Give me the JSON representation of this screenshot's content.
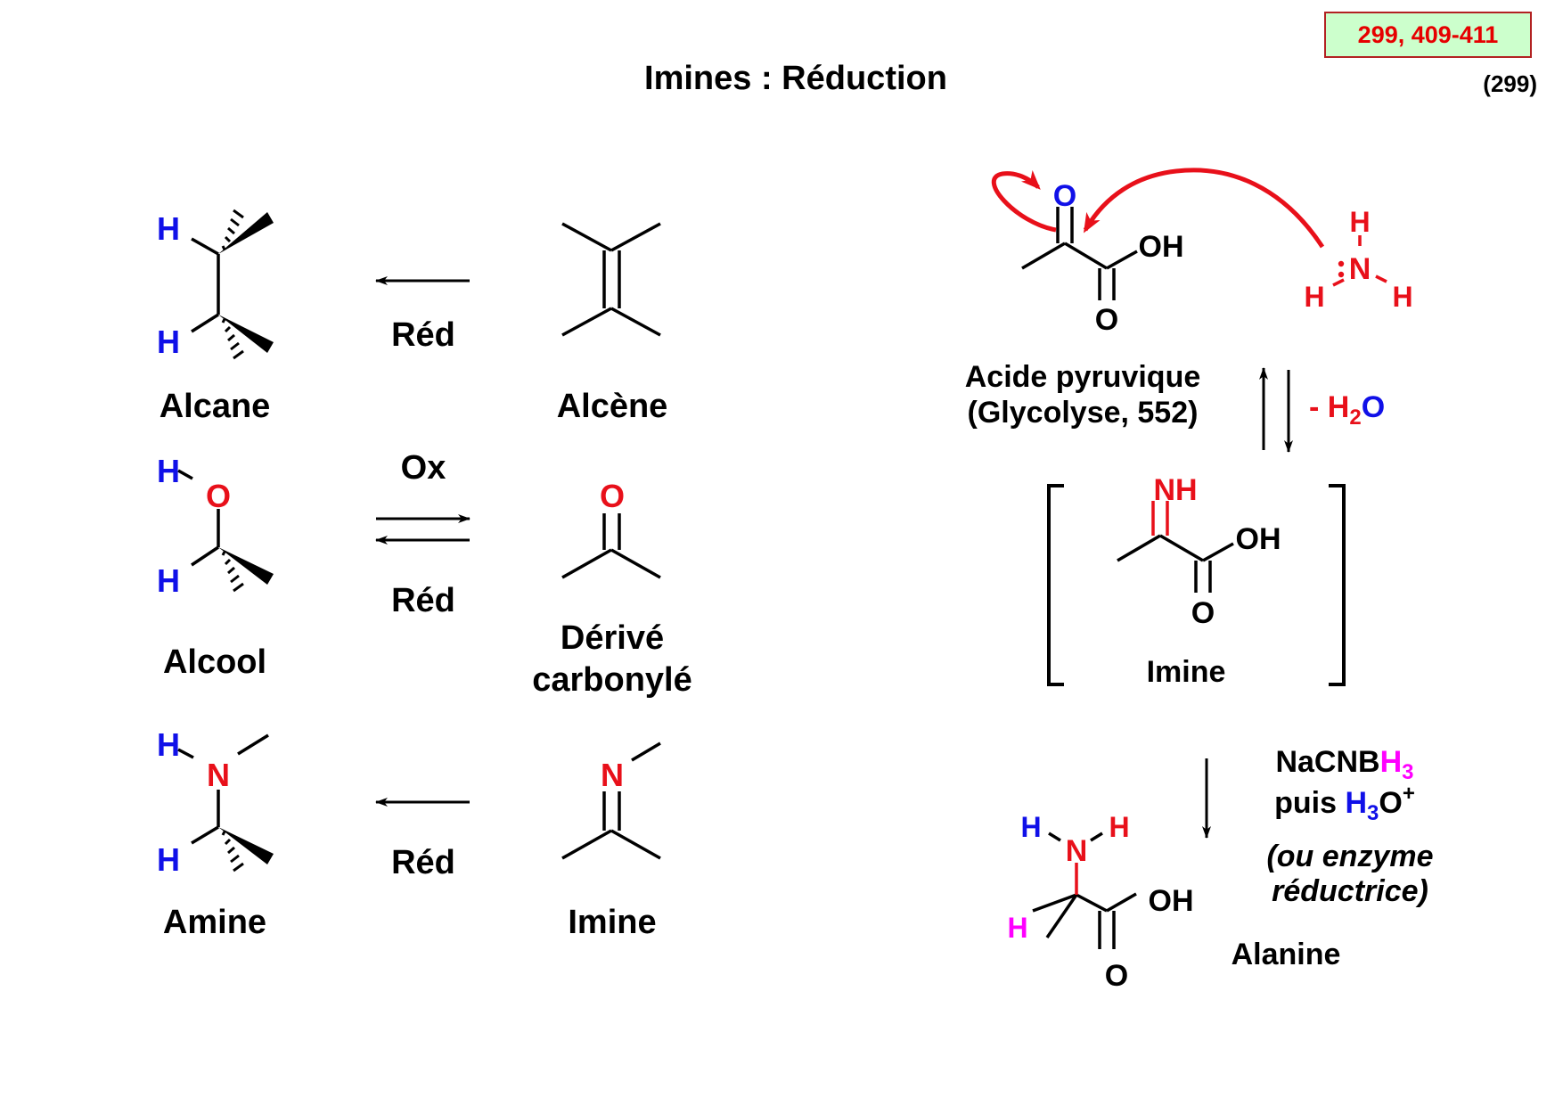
{
  "header": {
    "ref": "299, 409-411",
    "title": "Imines : Réduction",
    "page": "(299)"
  },
  "left": {
    "alcane": "Alcane",
    "alcene": "Alcène",
    "alcool": "Alcool",
    "carbonyle_1": "Dérivé",
    "carbonyle_2": "carbonylé",
    "amine": "Amine",
    "imine": "Imine",
    "red": "Réd",
    "ox": "Ox"
  },
  "right": {
    "pyruvic_1": "Acide pyruvique",
    "pyruvic_2": "(Glycolyse, 552)",
    "water_prefix": "- H",
    "water_sub": "2",
    "water_o": "O",
    "imine": "Imine",
    "reagent_1a": "NaCNB",
    "reagent_1b": "H",
    "reagent_1sub": "3",
    "reagent_2a": "puis ",
    "reagent_2b": "H",
    "reagent_2sub": "3",
    "reagent_2c": "O",
    "reagent_2sup": "+",
    "enzyme_1": "(ou enzyme",
    "enzyme_2": "réductrice)",
    "alanine": "Alanine"
  },
  "atoms": {
    "H": "H",
    "O": "O",
    "N": "N",
    "NH": "NH",
    "OH": "OH"
  },
  "colors": {
    "red": "#e8101a",
    "blue": "#1010e8",
    "magenta": "#ff00ff",
    "black": "#000000",
    "ref_bg": "#ccffcc"
  }
}
